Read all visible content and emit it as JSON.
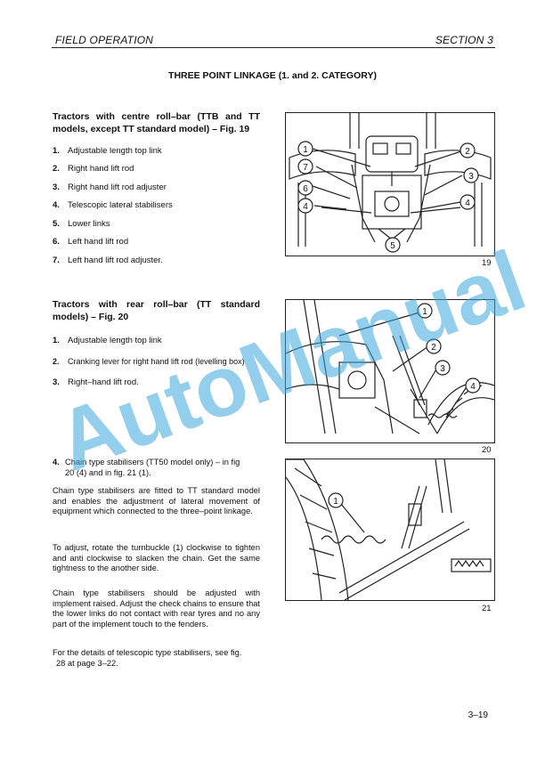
{
  "header": {
    "left": "FIELD OPERATION",
    "right": "SECTION 3"
  },
  "title": "THREE POINT LINKAGE (1. and 2. CATEGORY)",
  "section1": {
    "heading": "Tractors with centre roll–bar (TTB and TT models, except TT standard model) – Fig. 19",
    "items": [
      {
        "num": "1.",
        "text": "Adjustable length top link"
      },
      {
        "num": "2.",
        "text": "Right hand lift rod"
      },
      {
        "num": "3.",
        "text": "Right hand lift rod adjuster"
      },
      {
        "num": "4.",
        "text": "Telescopic lateral stabilisers"
      },
      {
        "num": "5.",
        "text": "Lower links"
      },
      {
        "num": "6.",
        "text": "Left hand lift rod"
      },
      {
        "num": "7.",
        "text": "Left hand lift rod adjuster."
      }
    ]
  },
  "section2": {
    "heading": "Tractors with rear roll–bar (TT standard models) – Fig. 20",
    "items": [
      {
        "num": "1.",
        "text": "Adjustable length top link"
      },
      {
        "num": "2.",
        "text": "Cranking lever for right hand lift rod (levelling box)"
      },
      {
        "num": "3.",
        "text": "Right–hand lift rod."
      }
    ]
  },
  "section3": {
    "item4_num": "4.",
    "item4_line1": "Chain type stabilisers (TT50 model only) – in fig",
    "item4_line2": "20 (4) and in fig.  21 (1).",
    "para1": "Chain type stabilisers are fitted to TT standard model and enables the adjustment of lateral movement of equipment which connected to the three–point linkage.",
    "para2": "To adjust, rotate the turnbuckle (1) clockwise to tighten and anti clockwise to slacken the chain. Get the same tightness to the another side.",
    "para3": "Chain type stabilisers should be adjusted with implement raised. Adjust the check chains to ensure that the lower links do not contact with rear tyres and no any part of the implement touch to the fenders.",
    "para4_line1": "For the details of telescopic type stabilisers, see fig.",
    "para4_line2": "28 at page 3–22."
  },
  "figures": {
    "fig19": {
      "number": "19",
      "callouts": [
        "1",
        "2",
        "7",
        "3",
        "6",
        "4",
        "4",
        "5"
      ]
    },
    "fig20": {
      "number": "20",
      "callouts": [
        "1",
        "2",
        "3",
        "4"
      ]
    },
    "fig21": {
      "number": "21",
      "callouts": [
        "1"
      ]
    }
  },
  "watermark": "AutoManual",
  "page_number": "3–19"
}
